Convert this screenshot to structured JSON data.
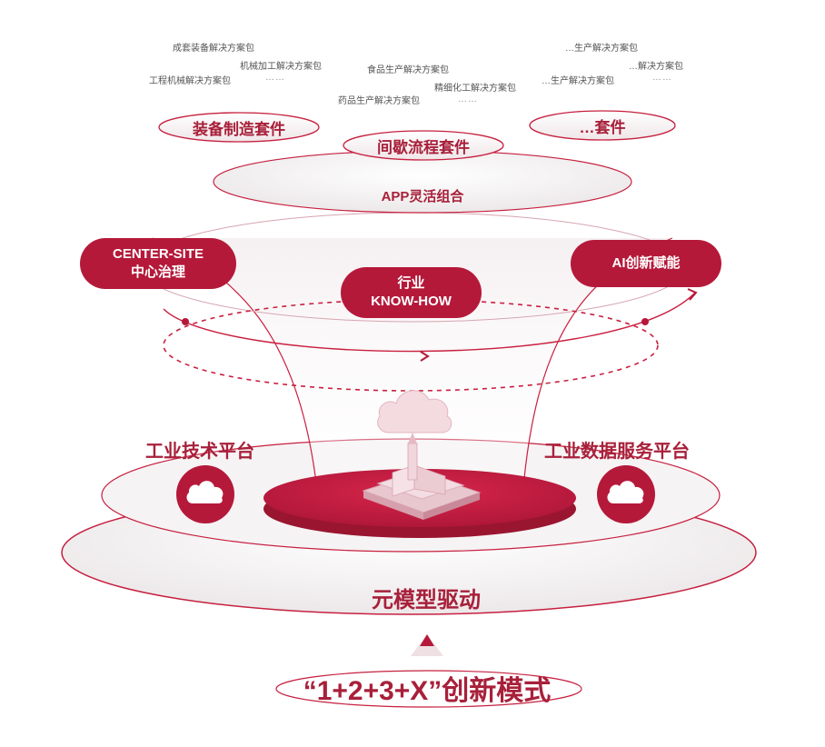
{
  "packages": [
    "成套装备解决方案包",
    "机械加工解决方案包",
    "工程机械解决方案包",
    "……",
    "食品生产解决方案包",
    "精细化工解决方案包",
    "药品生产解决方案包",
    "……",
    "…生产解决方案包",
    "…解决方案包",
    "…生产解决方案包",
    "……"
  ],
  "suites": [
    "装备制造套件",
    "间歇流程套件",
    "…套件"
  ],
  "app_combo": "APP灵活组合",
  "governance": {
    "line1": "CENTER-SITE",
    "line2": "中心治理"
  },
  "industry": {
    "line1": "行业",
    "line2": "KNOW-HOW"
  },
  "ai": "AI创新赋能",
  "tech_platform": "工业技术平台",
  "data_platform": "工业数据服务平台",
  "meta_model": "元模型驱动",
  "innovation_mode": "“1+2+3+X”创新模式",
  "icons": [
    "cloud-icon",
    "cloud-icon",
    "cloud-building-icon",
    "arrow-up-icon"
  ],
  "colors": {
    "brand": "#b5193a",
    "brand_dark": "#9a1530",
    "disc": "#f2eff0",
    "accent_text": "#a8203a"
  }
}
